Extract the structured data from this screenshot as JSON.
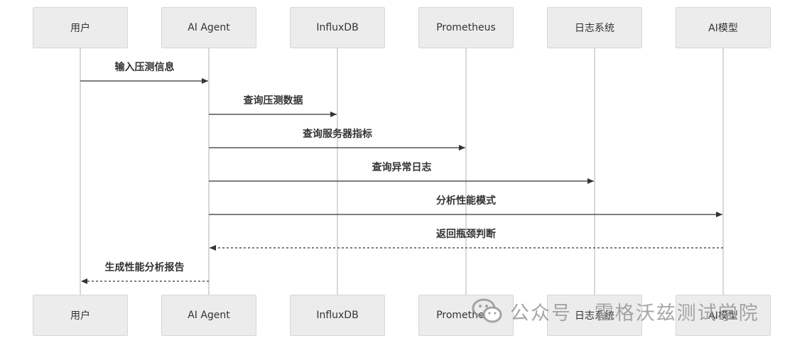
{
  "participants": [
    {
      "id": "user",
      "label": "用户"
    },
    {
      "id": "agent",
      "label": "AI Agent"
    },
    {
      "id": "influx",
      "label": "InfluxDB"
    },
    {
      "id": "prom",
      "label": "Prometheus"
    },
    {
      "id": "logs",
      "label": "日志系统"
    },
    {
      "id": "model",
      "label": "AI模型"
    }
  ],
  "messages": [
    {
      "from": "user",
      "to": "agent",
      "label": "输入压测信息",
      "style": "solid"
    },
    {
      "from": "agent",
      "to": "influx",
      "label": "查询压测数据",
      "style": "solid"
    },
    {
      "from": "agent",
      "to": "prom",
      "label": "查询服务器指标",
      "style": "solid"
    },
    {
      "from": "agent",
      "to": "logs",
      "label": "查询异常日志",
      "style": "solid"
    },
    {
      "from": "agent",
      "to": "model",
      "label": "分析性能模式",
      "style": "solid"
    },
    {
      "from": "model",
      "to": "agent",
      "label": "返回瓶颈判断",
      "style": "dashed"
    },
    {
      "from": "agent",
      "to": "user",
      "label": "生成性能分析报告",
      "style": "dashed"
    }
  ],
  "watermark": {
    "text": "公众号 · 霍格沃兹测试学院",
    "icon": "wechat-icon"
  },
  "colors": {
    "box_fill": "#ececec",
    "box_border": "#d6d6d6",
    "lifeline": "#cccccc",
    "arrow": "#333333",
    "text": "#333333"
  }
}
